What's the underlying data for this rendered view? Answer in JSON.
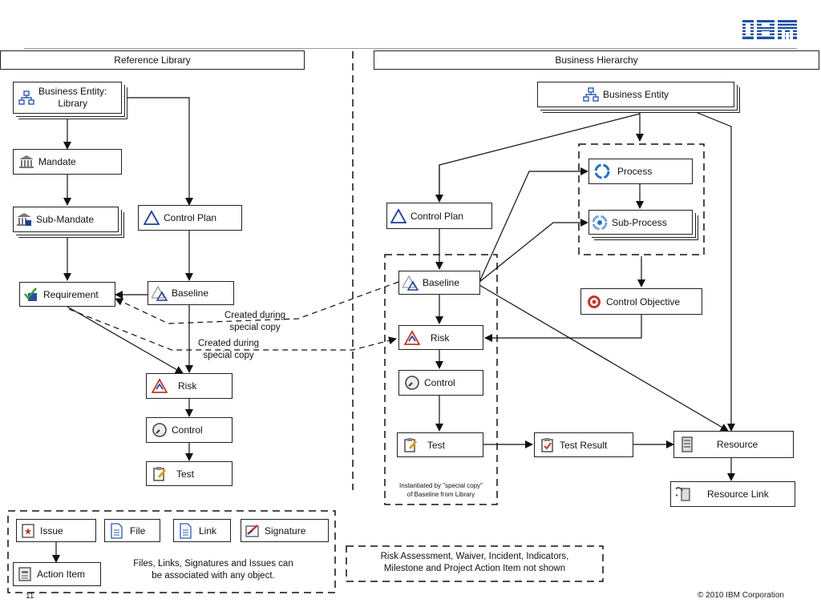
{
  "brand": {
    "logo_text": "IBM",
    "color": "#1f4fa3"
  },
  "headers": {
    "left": "Reference Library",
    "right": "Business Hierarchy"
  },
  "library": {
    "business_entity_line1": "Business Entity:",
    "business_entity_line2": "Library",
    "mandate": "Mandate",
    "sub_mandate": "Sub-Mandate",
    "control_plan": "Control Plan",
    "requirement": "Requirement",
    "baseline": "Baseline",
    "risk": "Risk",
    "control": "Control",
    "test": "Test"
  },
  "hierarchy": {
    "business_entity": "Business Entity",
    "process": "Process",
    "sub_process": "Sub-Process",
    "control_plan": "Control Plan",
    "baseline": "Baseline",
    "control_objective": "Control Objective",
    "risk": "Risk",
    "control": "Control",
    "test": "Test",
    "test_result": "Test Result",
    "resource": "Resource",
    "resource_link": "Resource Link"
  },
  "annotations": {
    "created_special_copy_1_line1": "Created during",
    "created_special_copy_1_line2": "special copy",
    "created_special_copy_2_line1": "Created during",
    "created_special_copy_2_line2": "special copy",
    "instantiated_line1": "Instantiated by \"special copy\"",
    "instantiated_line2": "of Baseline from Library"
  },
  "legend": {
    "issue": "Issue",
    "file": "File",
    "link": "Link",
    "signature": "Signature",
    "action_item": "Action Item",
    "note_line1": "Files, Links, Signatures and Issues can",
    "note_line2": "be associated with any object."
  },
  "not_shown_note": {
    "line1": "Risk Assessment, Waiver, Incident, Indicators,",
    "line2": "Milestone and Project Action Item not shown"
  },
  "footer": {
    "page_number": "11",
    "copyright": "© 2010 IBM Corporation"
  },
  "icons": {
    "hierarchy": "hierarchy-icon",
    "mandate": "bank-icon",
    "triangle": "triangle-icon",
    "baseline": "baseline-triangle-icon",
    "requirement": "checkmark-doc-icon",
    "risk": "risk-icon",
    "control": "gauge-icon",
    "test": "clipboard-pencil-icon",
    "process": "cycle-icon",
    "objective": "target-icon",
    "test_result": "clipboard-check-icon",
    "resource": "server-icon",
    "resource_link": "link-doc-icon",
    "issue": "issue-icon",
    "file": "file-icon",
    "link": "link-file-icon",
    "signature": "signature-icon",
    "action_item": "action-doc-icon"
  }
}
